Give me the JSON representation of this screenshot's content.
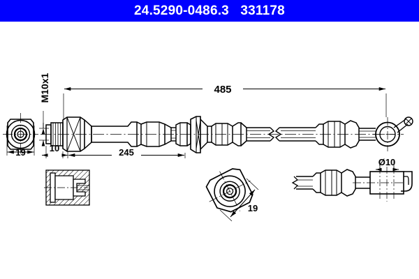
{
  "header": {
    "part_number": "24.5290-0486.3",
    "reference_number": "331178",
    "text": "24.5290-0486.3   331178",
    "background_color": "#0000ff",
    "text_color": "#ffffff"
  },
  "drawing": {
    "title": "Brake hose technical drawing",
    "line_color": "#000000",
    "background_color": "#ffffff",
    "dimensions": {
      "overall_length": "485",
      "thread_spec": "M10x1",
      "thread_length": "10",
      "partial_length": "245",
      "end_hex_width": "19",
      "bracket_width": "19",
      "banjo_diameter": "Ø10"
    },
    "views": [
      {
        "name": "left-end-view",
        "label": "19"
      },
      {
        "name": "main-assembly-view",
        "label": "485"
      },
      {
        "name": "thread-detail",
        "label": "M10x1"
      },
      {
        "name": "section-detail-view",
        "label": ""
      },
      {
        "name": "bracket-end-view",
        "label": "19"
      },
      {
        "name": "right-fitting-detail",
        "label": "Ø10"
      }
    ]
  }
}
